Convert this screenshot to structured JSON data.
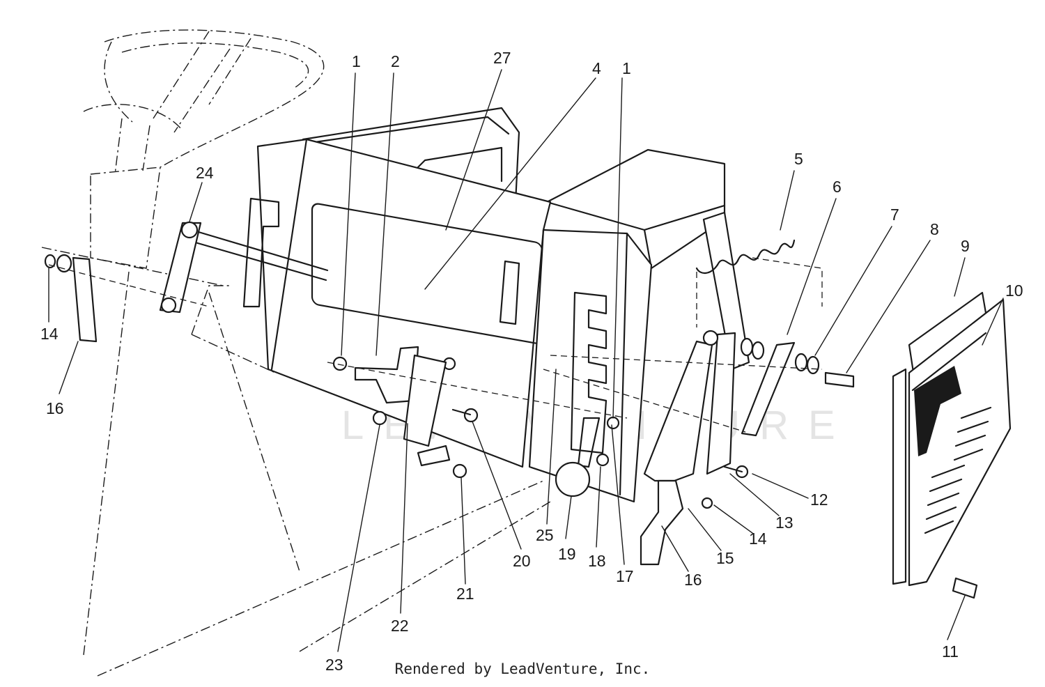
{
  "diagram": {
    "watermark": "LEADVENTURE",
    "footer": "Rendered by LeadVenture, Inc.",
    "callouts": [
      {
        "id": "c1a",
        "text": "1"
      },
      {
        "id": "c2",
        "text": "2"
      },
      {
        "id": "c27",
        "text": "27"
      },
      {
        "id": "c4",
        "text": "4"
      },
      {
        "id": "c1b",
        "text": "1"
      },
      {
        "id": "c5",
        "text": "5"
      },
      {
        "id": "c6",
        "text": "6"
      },
      {
        "id": "c7",
        "text": "7"
      },
      {
        "id": "c8",
        "text": "8"
      },
      {
        "id": "c9",
        "text": "9"
      },
      {
        "id": "c10",
        "text": "10"
      },
      {
        "id": "c24",
        "text": "24"
      },
      {
        "id": "c14a",
        "text": "14"
      },
      {
        "id": "c16a",
        "text": "16"
      },
      {
        "id": "c12",
        "text": "12"
      },
      {
        "id": "c13",
        "text": "13"
      },
      {
        "id": "c14b",
        "text": "14"
      },
      {
        "id": "c15",
        "text": "15"
      },
      {
        "id": "c16b",
        "text": "16"
      },
      {
        "id": "c17",
        "text": "17"
      },
      {
        "id": "c18",
        "text": "18"
      },
      {
        "id": "c19",
        "text": "19"
      },
      {
        "id": "c25",
        "text": "25"
      },
      {
        "id": "c20",
        "text": "20"
      },
      {
        "id": "c21",
        "text": "21"
      },
      {
        "id": "c22",
        "text": "22"
      },
      {
        "id": "c23",
        "text": "23"
      },
      {
        "id": "c11",
        "text": "11"
      }
    ]
  }
}
